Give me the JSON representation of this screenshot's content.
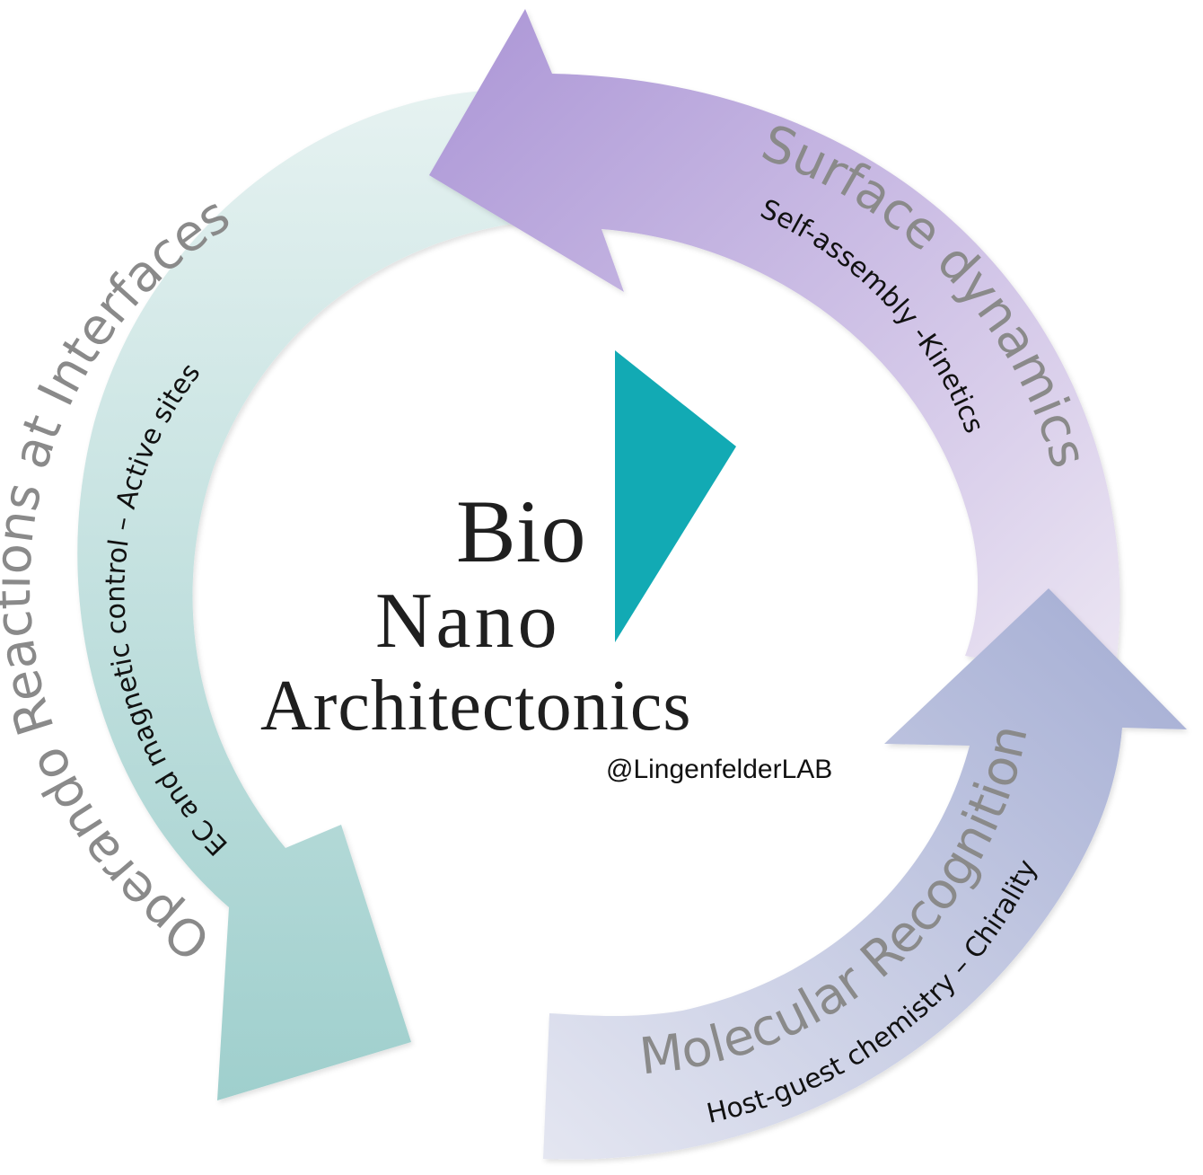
{
  "cycle": {
    "left_arrow": {
      "title": "Operando Reactions at Interfaces",
      "subtitle": "EC and magnetic  control – Active sites",
      "color": "#a6d3d1"
    },
    "top_right_arrow": {
      "title": "Surface dynamics",
      "subtitle": "Self-assembly -Kinetics",
      "color": "#b8a4da"
    },
    "bottom_right_arrow": {
      "title": "Molecular Recognition",
      "subtitle": "Host-guest chemistry – Chirality",
      "color": "#a9b2d6"
    }
  },
  "logo": {
    "line1": "Bio",
    "line2": "Nano",
    "line3": "Architectonics",
    "handle": "@LingenfelderLAB",
    "accent_color": "#12aab4"
  }
}
